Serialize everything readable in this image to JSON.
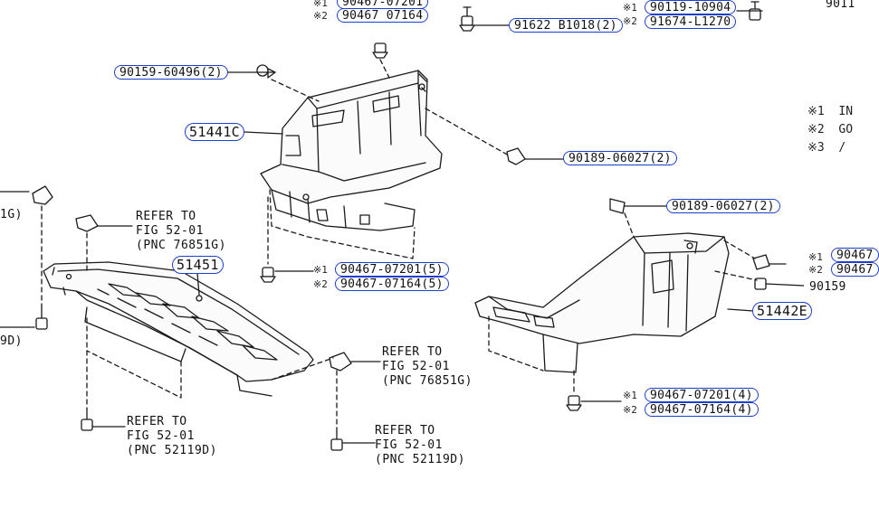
{
  "diagram": {
    "part_numbers": [
      {
        "id": "p01",
        "text": "90467-07201",
        "clip": true
      },
      {
        "id": "p02",
        "text": "90467 07164"
      },
      {
        "id": "p03",
        "text": "91622 B1018(2)"
      },
      {
        "id": "p04",
        "text": "90119-10904"
      },
      {
        "id": "p05",
        "text": "91674-L1270"
      },
      {
        "id": "p06",
        "text": "90159-60496(2)"
      },
      {
        "id": "p07",
        "text": "51441C",
        "big": true
      },
      {
        "id": "p08",
        "text": "90189-06027(2)"
      },
      {
        "id": "p09",
        "text": "90189-06027(2)"
      },
      {
        "id": "p10",
        "text": "51451",
        "big": true
      },
      {
        "id": "p11",
        "text": "90467-07201(5)"
      },
      {
        "id": "p12",
        "text": "90467-07164(5)"
      },
      {
        "id": "p13",
        "text": "90467",
        "clip": true
      },
      {
        "id": "p14",
        "text": "90467",
        "clip": true
      },
      {
        "id": "p15",
        "text": "90159"
      },
      {
        "id": "p16",
        "text": "51442E",
        "big": true
      },
      {
        "id": "p17",
        "text": "90467-07201(4)"
      },
      {
        "id": "p18",
        "text": "90467-07164(4)"
      },
      {
        "id": "p19",
        "text": "9011"
      }
    ],
    "markers": [
      {
        "id": "m01",
        "text": "※1"
      },
      {
        "id": "m02",
        "text": "※2"
      },
      {
        "id": "m03",
        "text": "※1"
      },
      {
        "id": "m04",
        "text": "※2"
      },
      {
        "id": "m05",
        "text": "※1"
      },
      {
        "id": "m06",
        "text": "※2"
      },
      {
        "id": "m07",
        "text": "※1"
      },
      {
        "id": "m08",
        "text": "※2"
      },
      {
        "id": "m09",
        "text": "※1"
      },
      {
        "id": "m10",
        "text": "※2"
      }
    ],
    "references": [
      {
        "id": "r1",
        "text": "REFER TO\nFIG 52-01\n(PNC 76851G)"
      },
      {
        "id": "r2",
        "text": "REFER TO\nFIG 52-01\n(PNC 76851G)"
      },
      {
        "id": "r3",
        "text": "REFER TO\nFIG 52-01\n(PNC 52119D)"
      },
      {
        "id": "r4",
        "text": "REFER TO\nFIG 52-01\n(PNC 52119D)"
      }
    ],
    "notes": [
      {
        "id": "n1",
        "text": "※1  IN"
      },
      {
        "id": "n2",
        "text": "※2  GO"
      },
      {
        "id": "n3",
        "text": "※3  /"
      }
    ],
    "edge_fragments": [
      {
        "id": "e1",
        "text": "1G)"
      },
      {
        "id": "e2",
        "text": "9D)"
      }
    ]
  }
}
